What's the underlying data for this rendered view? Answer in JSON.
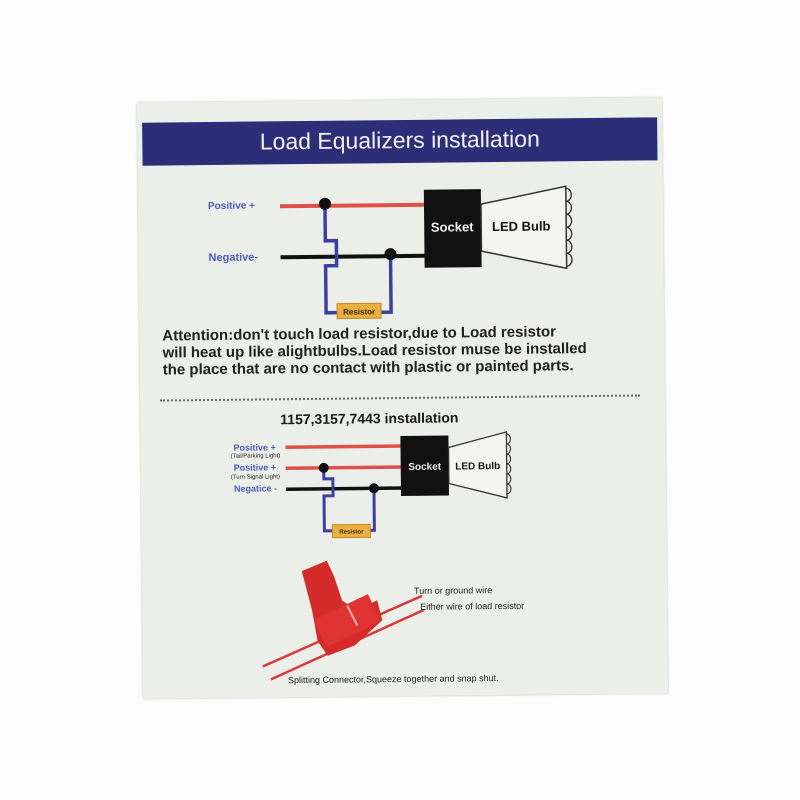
{
  "title": "Load Equalizers installation",
  "diagram1": {
    "positive_label": "Positive +",
    "negative_label": "Negative-",
    "socket_label": "Socket",
    "bulb_label": "LED Bulb",
    "resistor_label": "Resistor"
  },
  "attention": [
    "Attention:don't touch load resistor,due to Load resistor",
    "will heat up like alightbulbs.Load resistor muse be installed",
    "the place that are no contact with plastic or painted parts."
  ],
  "diagram2": {
    "title": "1157,3157,7443  installation",
    "positive1_label": "Positive +",
    "positive1_note": "(Tail/Parking Light)",
    "positive2_label": "Positive +",
    "positive2_note": "(Turn Signal Light)",
    "negative_label": "Negatice -",
    "socket_label": "Socket",
    "bulb_label": "LED Bulb",
    "resistor_label": "Resistor"
  },
  "connector": {
    "wire1_label": "Turn or ground wire",
    "wire2_label": "Either wire of load resistor",
    "caption": "Splitting Connector,Squeeze together and snap shut."
  },
  "colors": {
    "header": "#2d2e78",
    "positive": "#e0504a",
    "wire": "#3a3fa0",
    "resistor": "#e8b040"
  }
}
